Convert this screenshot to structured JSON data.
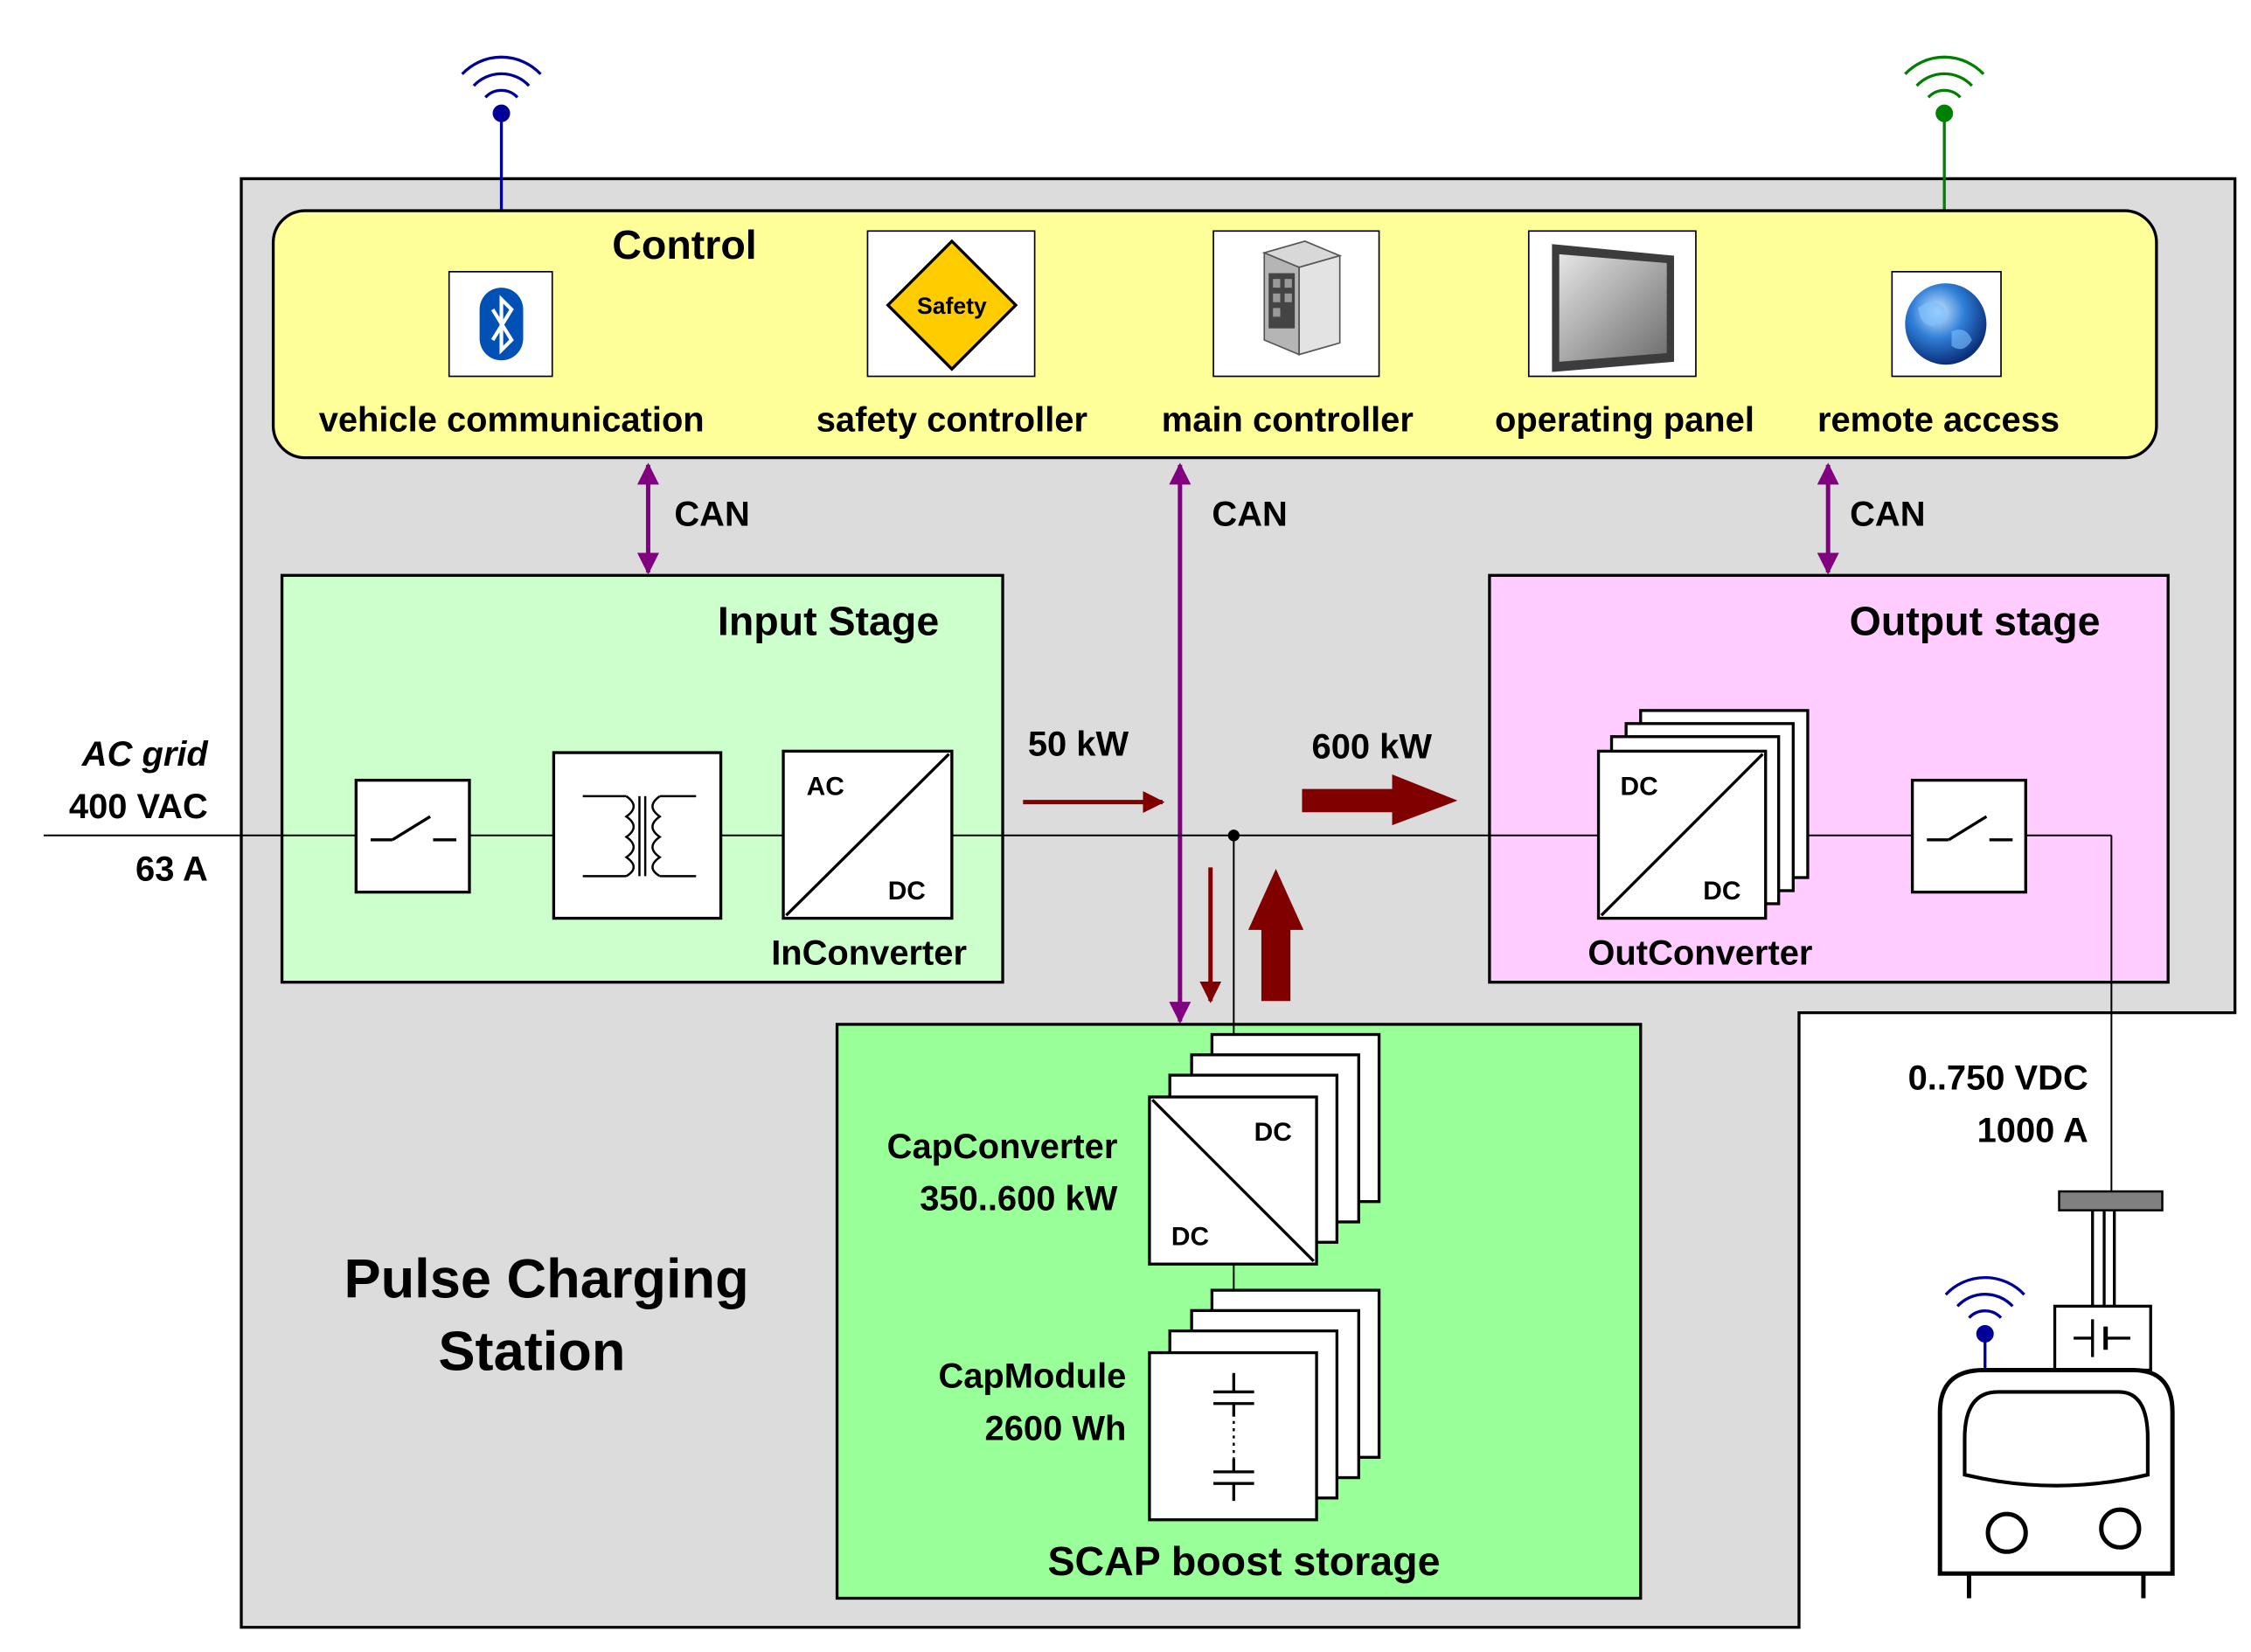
{
  "station_title_line1": "Pulse Charging",
  "station_title_line2": "Station",
  "control": {
    "title": "Control",
    "items": [
      {
        "label": "vehicle communication",
        "icon": "bluetooth-icon"
      },
      {
        "label": "safety controller",
        "icon": "safety-sign-icon",
        "sign_text": "Safety"
      },
      {
        "label": "main controller",
        "icon": "controller-unit-icon"
      },
      {
        "label": "operating panel",
        "icon": "panel-screen-icon"
      },
      {
        "label": "remote access",
        "icon": "globe-icon"
      }
    ]
  },
  "bus_labels": {
    "left": "CAN",
    "middle": "CAN",
    "right": "CAN"
  },
  "input_stage": {
    "title": "Input Stage",
    "converter_label": "InConverter",
    "converter_in": "AC",
    "converter_out": "DC"
  },
  "output_stage": {
    "title": "Output stage",
    "converter_label": "OutConverter",
    "converter_in": "DC",
    "converter_out": "DC"
  },
  "storage": {
    "title": "SCAP boost storage",
    "cap_converter_label": "CapConverter",
    "cap_converter_power": "350..600 kW",
    "cap_converter_top": "DC",
    "cap_converter_bottom": "DC",
    "cap_module_label": "CapModule",
    "cap_module_energy": "2600 Wh"
  },
  "grid": {
    "label": "AC grid",
    "voltage": "400 VAC",
    "current": "63 A"
  },
  "flows": {
    "grid_power": "50 kW",
    "output_power": "600 kW"
  },
  "vehicle_output": {
    "voltage": "0..750 VDC",
    "current": "1000 A"
  },
  "colors": {
    "station_bg": "#dcdcdc",
    "control_bg": "#ffff99",
    "input_stage_bg": "#ccffcc",
    "output_stage_bg": "#ffccff",
    "storage_bg": "#99ff99",
    "can_bus": "#800080",
    "power_arrow": "#800000",
    "vehicle_antenna": "#000099",
    "remote_antenna": "#008000"
  }
}
